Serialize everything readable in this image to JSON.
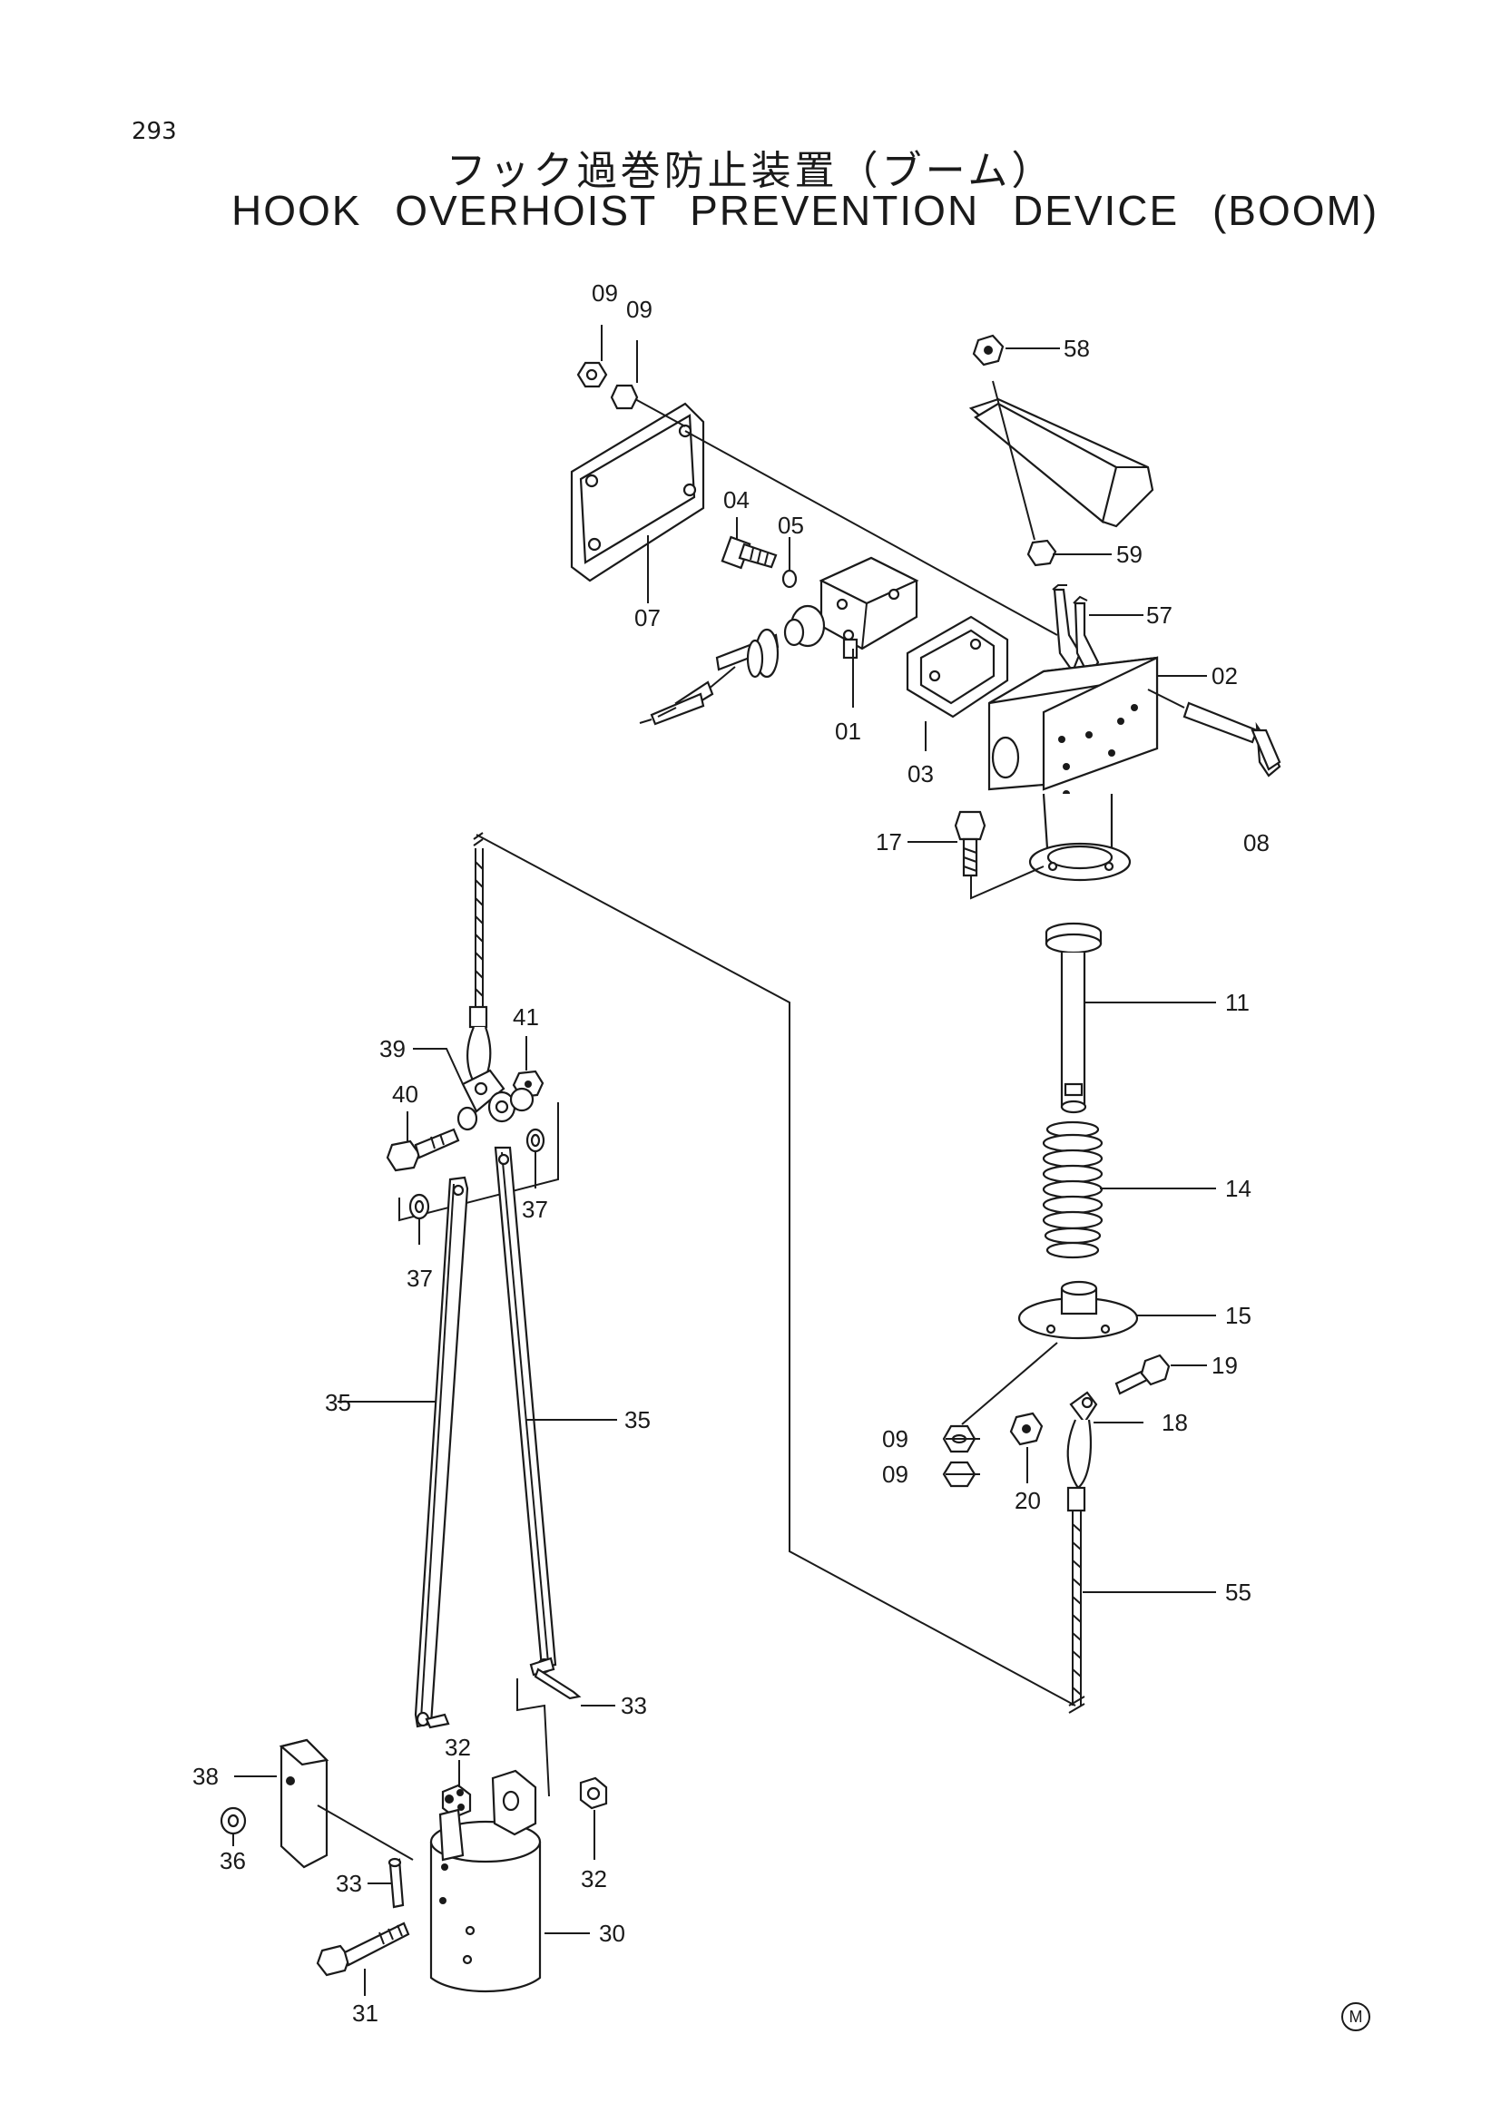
{
  "page_number": "293",
  "title_jp": "フック過巻防止装置（ブーム）",
  "title_en": "HOOK OVERHOIST PREVENTION DEVICE (BOOM)",
  "corner_mark": "M",
  "callouts": {
    "c09a": "09",
    "c09b": "09",
    "c58": "58",
    "c04": "04",
    "c05": "05",
    "c59": "59",
    "c57": "57",
    "c02": "02",
    "c07": "07",
    "c01": "01",
    "c03": "03",
    "c08": "08",
    "c17": "17",
    "c11": "11",
    "c41": "41",
    "c39": "39",
    "c40": "40",
    "c37a": "37",
    "c37b": "37",
    "c14": "14",
    "c15": "15",
    "c19": "19",
    "c35a": "35",
    "c35b": "35",
    "c09c": "09",
    "c18": "18",
    "c09d": "09",
    "c20": "20",
    "c55": "55",
    "c33a": "33",
    "c38": "38",
    "c32a": "32",
    "c36": "36",
    "c33b": "33",
    "c32b": "32",
    "c30": "30",
    "c31": "31"
  }
}
